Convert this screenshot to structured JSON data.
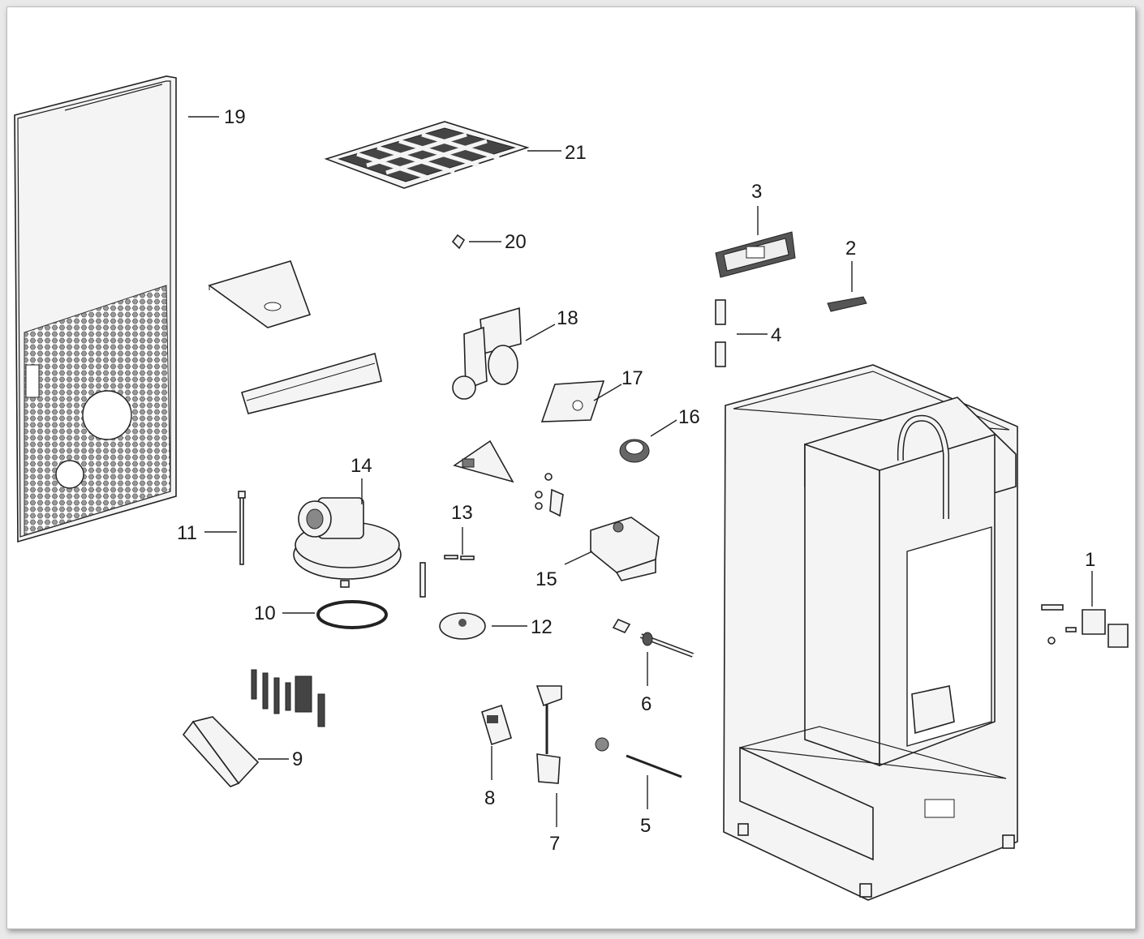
{
  "diagram": {
    "type": "exploded-parts-view",
    "callouts": [
      {
        "id": "1",
        "text": "1"
      },
      {
        "id": "2",
        "text": "2"
      },
      {
        "id": "3",
        "text": "3"
      },
      {
        "id": "4",
        "text": "4"
      },
      {
        "id": "5",
        "text": "5"
      },
      {
        "id": "6",
        "text": "6"
      },
      {
        "id": "7",
        "text": "7"
      },
      {
        "id": "8",
        "text": "8"
      },
      {
        "id": "9",
        "text": "9"
      },
      {
        "id": "10",
        "text": "10"
      },
      {
        "id": "11",
        "text": "11"
      },
      {
        "id": "12",
        "text": "12"
      },
      {
        "id": "13",
        "text": "13"
      },
      {
        "id": "14",
        "text": "14"
      },
      {
        "id": "15",
        "text": "15"
      },
      {
        "id": "16",
        "text": "16"
      },
      {
        "id": "17",
        "text": "17"
      },
      {
        "id": "18",
        "text": "18"
      },
      {
        "id": "19",
        "text": "19"
      },
      {
        "id": "20",
        "text": "20"
      },
      {
        "id": "21",
        "text": "21"
      }
    ]
  }
}
